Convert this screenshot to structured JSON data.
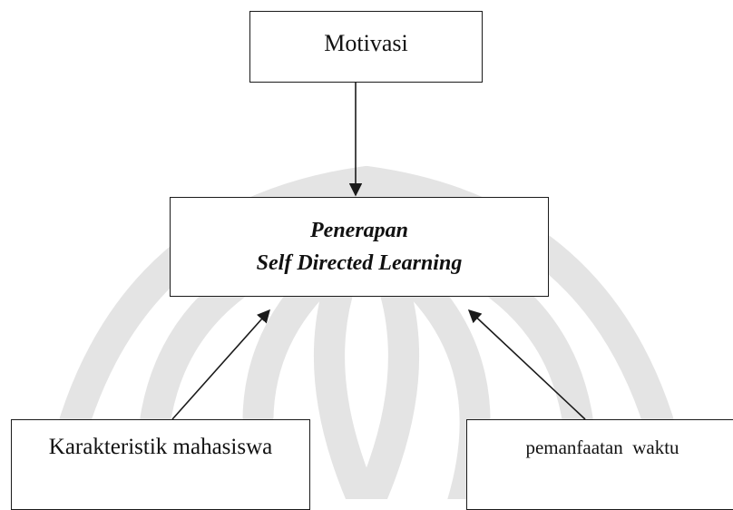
{
  "diagram": {
    "nodes": {
      "motivasi": {
        "label": "Motivasi"
      },
      "penerapan_sdl": {
        "line1": "Penerapan",
        "line2": "Self Directed Learning"
      },
      "karakteristik_mahasiswa": {
        "label": "Karakteristik mahasiswa"
      },
      "pemanfaatan_waktu": {
        "label": "pemanfaatan  waktu"
      }
    },
    "edges": [
      {
        "from": "motivasi",
        "to": "penerapan_sdl"
      },
      {
        "from": "karakteristik_mahasiswa",
        "to": "penerapan_sdl"
      },
      {
        "from": "pemanfaatan_waktu",
        "to": "penerapan_sdl"
      }
    ],
    "colors": {
      "line": "#1a1a1a",
      "watermark": "#e4e4e4"
    }
  }
}
